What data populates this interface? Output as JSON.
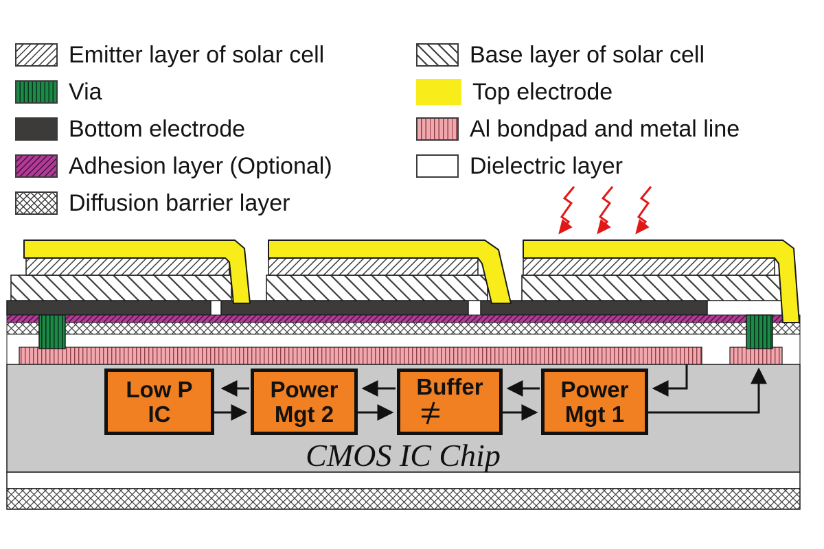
{
  "legend": {
    "left": [
      {
        "label": "Emitter layer of solar cell",
        "swatch": "emitter-hatch"
      },
      {
        "label": "Via",
        "swatch": "via-green"
      },
      {
        "label": "Bottom electrode",
        "swatch": "dark-solid"
      },
      {
        "label": "Adhesion layer (Optional)",
        "swatch": "magenta-hatch"
      },
      {
        "label": "Diffusion barrier layer",
        "swatch": "cross-hatch"
      }
    ],
    "right": [
      {
        "label": "Base layer of solar cell",
        "swatch": "base-hatch"
      },
      {
        "label": "Top electrode",
        "swatch": "yellow-solid"
      },
      {
        "label": "Al bondpad and metal line",
        "swatch": "pink-hatch"
      },
      {
        "label": "Dielectric layer",
        "swatch": "white"
      }
    ]
  },
  "diagram": {
    "chip_label": "CMOS IC Chip",
    "blocks": [
      {
        "line1": "Low P",
        "line2": "IC"
      },
      {
        "line1": "Power",
        "line2": "Mgt 2"
      },
      {
        "line1": "Buffer",
        "line2": ""
      },
      {
        "line1": "Power",
        "line2": "Mgt 1"
      }
    ],
    "colors": {
      "top_electrode_yellow": "#f8ec1a",
      "via_green": "#1c8a46",
      "bottom_electrode_dark": "#3d3a3a",
      "adhesion_magenta": "#b43a98",
      "al_pink": "#f0a8ae",
      "chip_gray": "#c9c9c9",
      "block_orange": "#f08021",
      "light_arrow_red": "#e01818"
    }
  }
}
